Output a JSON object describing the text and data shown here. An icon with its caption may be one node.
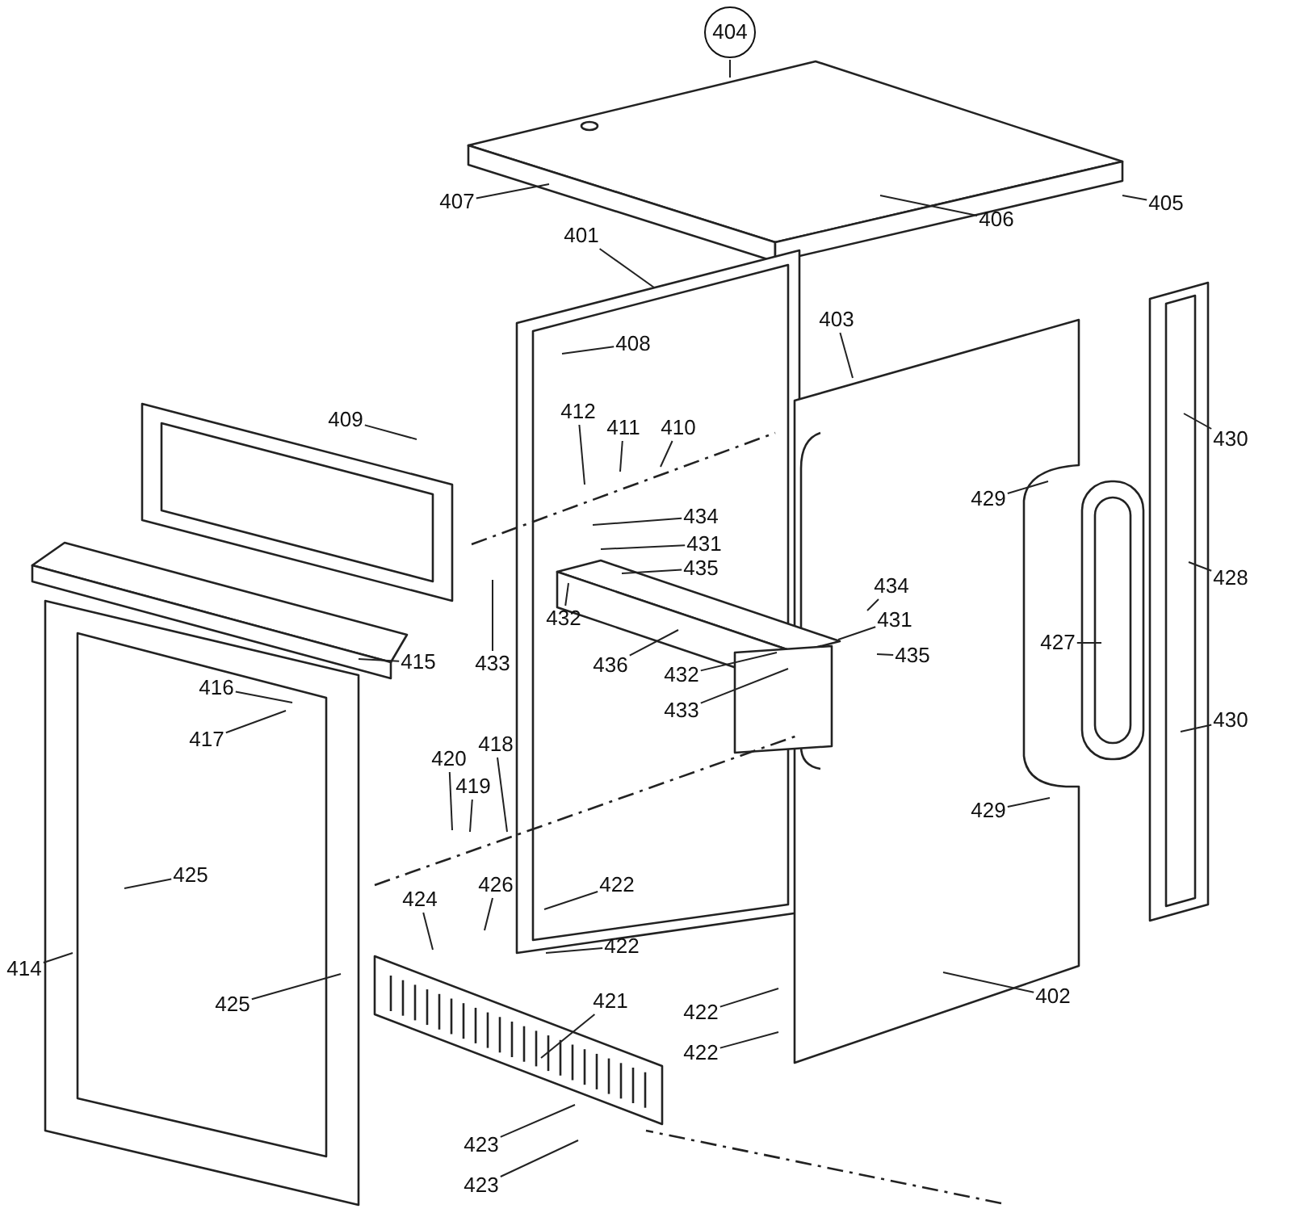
{
  "diagram": {
    "nodes": [
      {
        "text": [
          "404"
        ]
      },
      {
        "text": [
          "407"
        ]
      },
      {
        "text": [
          "406"
        ]
      },
      {
        "text": [
          "405"
        ]
      },
      {
        "text": [
          "401"
        ]
      },
      {
        "text": [
          "408"
        ]
      },
      {
        "text": [
          "403"
        ]
      },
      {
        "text": [
          "409"
        ]
      },
      {
        "text": [
          "412"
        ]
      },
      {
        "text": [
          "411"
        ]
      },
      {
        "text": [
          "410"
        ]
      },
      {
        "text": [
          "430"
        ]
      },
      {
        "text": [
          "434"
        ]
      },
      {
        "text": [
          "429"
        ]
      },
      {
        "text": [
          "431"
        ]
      },
      {
        "text": [
          "435"
        ]
      },
      {
        "text": [
          "428"
        ]
      },
      {
        "text": [
          "432"
        ]
      },
      {
        "text": [
          "434"
        ]
      },
      {
        "text": [
          "436"
        ]
      },
      {
        "text": [
          "431"
        ]
      },
      {
        "text": [
          "427"
        ]
      },
      {
        "text": [
          "433"
        ]
      },
      {
        "text": [
          "435"
        ]
      },
      {
        "text": [
          "415"
        ]
      },
      {
        "text": [
          "432"
        ]
      },
      {
        "text": [
          "416"
        ]
      },
      {
        "text": [
          "433"
        ]
      },
      {
        "text": [
          "430"
        ]
      },
      {
        "text": [
          "417"
        ]
      },
      {
        "text": [
          "420"
        ]
      },
      {
        "text": [
          "418"
        ]
      },
      {
        "text": [
          "419"
        ]
      },
      {
        "text": [
          "429"
        ]
      },
      {
        "text": [
          "425"
        ]
      },
      {
        "text": [
          "426"
        ]
      },
      {
        "text": [
          "422"
        ]
      },
      {
        "text": [
          "424"
        ]
      },
      {
        "text": [
          "422"
        ]
      },
      {
        "text": [
          "414"
        ]
      },
      {
        "text": [
          "425"
        ]
      },
      {
        "text": [
          "402"
        ]
      },
      {
        "text": [
          "421"
        ]
      },
      {
        "text": [
          "422"
        ]
      },
      {
        "text": [
          "422"
        ]
      },
      {
        "text": [
          "423"
        ]
      },
      {
        "text": [
          "423"
        ]
      }
    ],
    "edges": [
      {
        "from": 0,
        "to": null,
        "arrow": "none"
      },
      {
        "from": 1,
        "to": null,
        "arrow": "none"
      },
      {
        "from": 2,
        "to": null,
        "arrow": "none"
      },
      {
        "from": 3,
        "to": null,
        "arrow": "none"
      },
      {
        "from": 4,
        "to": null,
        "arrow": "none"
      },
      {
        "from": 5,
        "to": null,
        "arrow": "none"
      },
      {
        "from": 6,
        "to": null,
        "arrow": "none"
      },
      {
        "from": 7,
        "to": null,
        "arrow": "none"
      },
      {
        "from": 8,
        "to": null,
        "arrow": "none"
      },
      {
        "from": 9,
        "to": null,
        "arrow": "none"
      },
      {
        "from": 10,
        "to": null,
        "arrow": "none"
      },
      {
        "from": 11,
        "to": null,
        "arrow": "none"
      },
      {
        "from": 12,
        "to": null,
        "arrow": "none"
      },
      {
        "from": 13,
        "to": null,
        "arrow": "none"
      },
      {
        "from": 14,
        "to": null,
        "arrow": "none"
      },
      {
        "from": 15,
        "to": null,
        "arrow": "none"
      },
      {
        "from": 16,
        "to": null,
        "arrow": "none"
      },
      {
        "from": 17,
        "to": null,
        "arrow": "none"
      },
      {
        "from": 18,
        "to": null,
        "arrow": "none"
      },
      {
        "from": 19,
        "to": null,
        "arrow": "none"
      },
      {
        "from": 20,
        "to": null,
        "arrow": "none"
      },
      {
        "from": 21,
        "to": null,
        "arrow": "none"
      },
      {
        "from": 22,
        "to": null,
        "arrow": "none"
      },
      {
        "from": 23,
        "to": null,
        "arrow": "none"
      },
      {
        "from": 24,
        "to": null,
        "arrow": "none"
      },
      {
        "from": 25,
        "to": null,
        "arrow": "none"
      },
      {
        "from": 26,
        "to": null,
        "arrow": "none"
      },
      {
        "from": 27,
        "to": null,
        "arrow": "none"
      },
      {
        "from": 28,
        "to": null,
        "arrow": "none"
      },
      {
        "from": 29,
        "to": null,
        "arrow": "none"
      },
      {
        "from": 30,
        "to": null,
        "arrow": "none"
      },
      {
        "from": 31,
        "to": null,
        "arrow": "none"
      },
      {
        "from": 32,
        "to": null,
        "arrow": "none"
      },
      {
        "from": 33,
        "to": null,
        "arrow": "none"
      },
      {
        "from": 34,
        "to": null,
        "arrow": "none"
      },
      {
        "from": 35,
        "to": null,
        "arrow": "none"
      },
      {
        "from": 36,
        "to": null,
        "arrow": "none"
      },
      {
        "from": 37,
        "to": null,
        "arrow": "none"
      },
      {
        "from": 38,
        "to": null,
        "arrow": "none"
      },
      {
        "from": 39,
        "to": null,
        "arrow": "none"
      },
      {
        "from": 40,
        "to": null,
        "arrow": "none"
      },
      {
        "from": 41,
        "to": null,
        "arrow": "none"
      },
      {
        "from": 42,
        "to": null,
        "arrow": "none"
      },
      {
        "from": 43,
        "to": null,
        "arrow": "none"
      },
      {
        "from": 44,
        "to": null,
        "arrow": "none"
      },
      {
        "from": 45,
        "to": null,
        "arrow": "none"
      },
      {
        "from": 46,
        "to": null,
        "arrow": "none"
      }
    ]
  }
}
